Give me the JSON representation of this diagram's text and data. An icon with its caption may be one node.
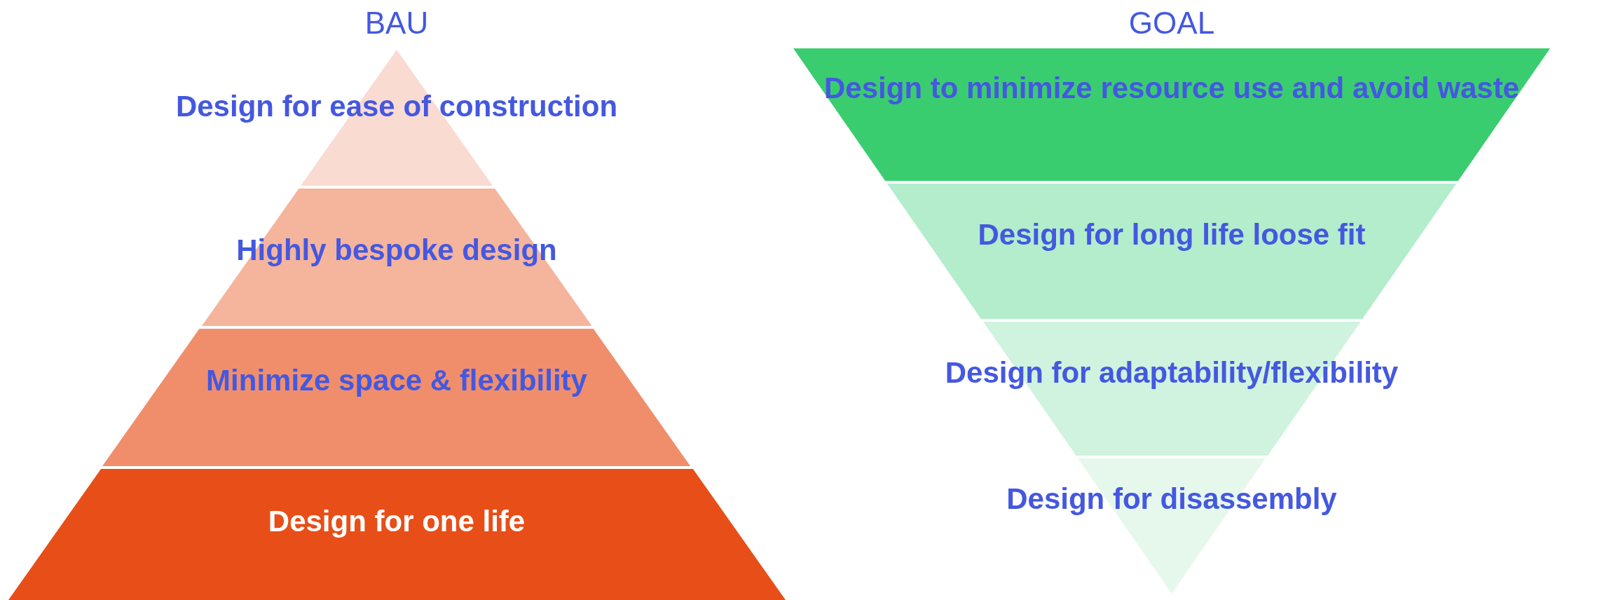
{
  "diagram": {
    "nodes": [
      {
        "text": [
          "Design for ease of construction"
        ]
      },
      {
        "text": [
          "Highly bespoke design"
        ]
      },
      {
        "text": [
          "Minimize space & flexibility"
        ]
      },
      {
        "text": [
          "Design for one life"
        ]
      },
      {
        "text": [
          "Design to minimize resource use and avoid waste"
        ]
      },
      {
        "text": [
          "Design for long life loose fit"
        ]
      },
      {
        "text": [
          "Design for adaptability/flexibility"
        ]
      },
      {
        "text": [
          "Design for disassembly"
        ]
      }
    ],
    "labels": [
      "BAU",
      "GOAL"
    ]
  }
}
